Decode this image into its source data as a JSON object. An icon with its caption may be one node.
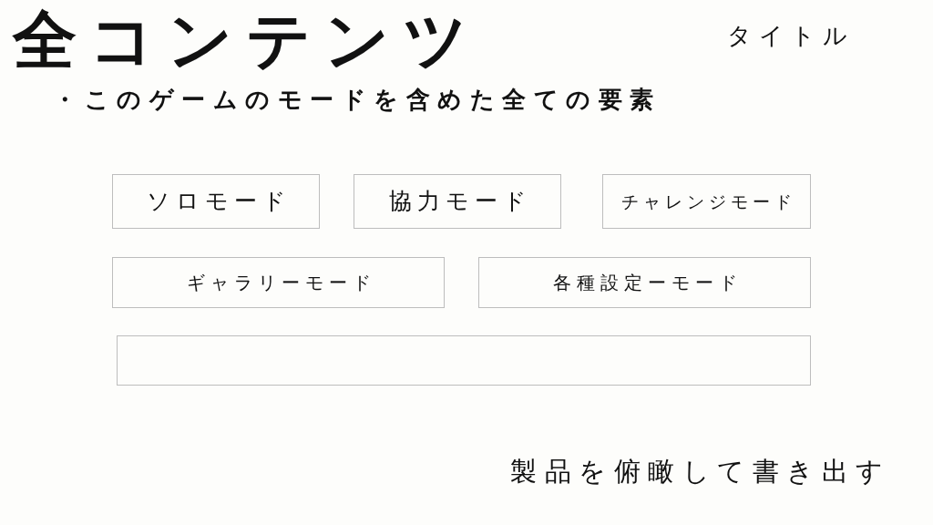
{
  "diagram": {
    "title": "全コンテンツ",
    "nodes": [
      {
        "text": [
          "ソロモード"
        ]
      },
      {
        "text": [
          "協力モード"
        ]
      },
      {
        "text": [
          "チャレンジモード"
        ]
      },
      {
        "text": [
          "ギャラリーモード"
        ]
      },
      {
        "text": [
          "各種設定ーモード"
        ]
      },
      {
        "text": [],
        "shape": "box"
      }
    ],
    "labels": [
      "タイトル",
      "・このゲームのモードを含めた全ての要素",
      "製品を俯瞰して書き出す"
    ]
  }
}
